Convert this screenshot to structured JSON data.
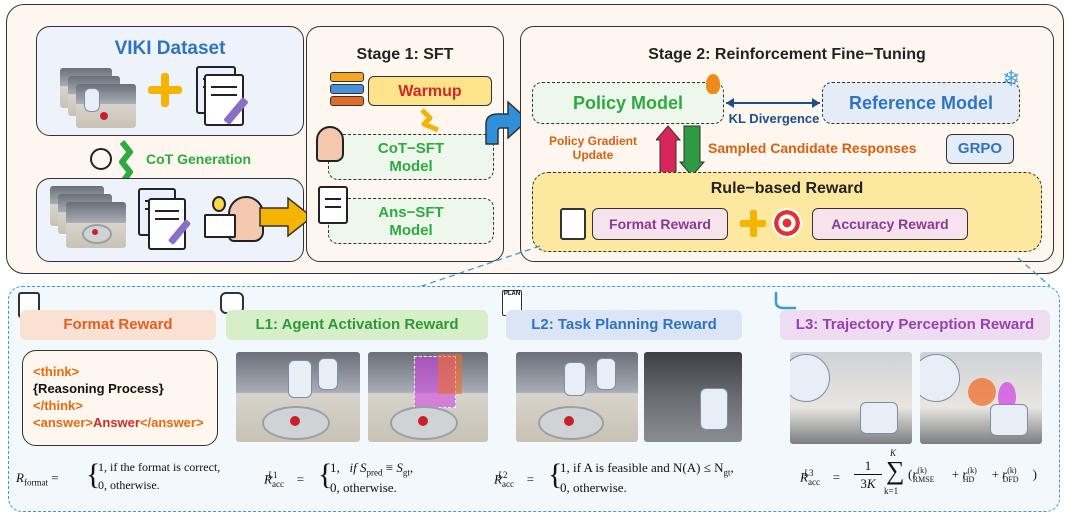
{
  "dataset": {
    "title": "VIKI Dataset",
    "cot_label": "CoT Generation"
  },
  "stage1": {
    "title": "Stage 1: SFT",
    "warmup": "Warmup",
    "cot_sft": "CoT−SFT\nModel",
    "ans_sft": "Ans−SFT\nModel"
  },
  "stage2": {
    "title": "Stage 2: Reinforcement Fine−Tuning",
    "policy": "Policy Model",
    "reference": "Reference Model",
    "kl": "KL Divergence",
    "pg_update": "Policy Gradient\nUpdate",
    "sampled": "Sampled Candidate Responses",
    "grpo": "GRPO",
    "rule_reward": "Rule−based Reward",
    "format_reward": "Format Reward",
    "accuracy_reward": "Accuracy Reward"
  },
  "bottom": {
    "format_title": "Format Reward",
    "l1_title": "L1: Agent Activation Reward",
    "l2_title": "L2: Task Planning Reward",
    "l3_title": "L3: Trajectory Perception Reward",
    "plan_tag": "PLAN",
    "think_open": "<think>",
    "reasoning": "{Reasoning Process}",
    "think_close": "</think>",
    "answer_open": "<answer>",
    "answer_word": "Answer",
    "answer_close": "</answer>",
    "eq_format_lhs": "R",
    "eq_format_sub": "format",
    "eq_format_case1": "1,    if the format is correct,",
    "eq_format_case2": "0,    otherwise.",
    "eq_l1_case1_val": "1,",
    "eq_l1_case1_cond": "if S",
    "eq_l1_case2": "0,    otherwise.",
    "eq_l2_case1": "1,    if A is feasible and N(A) ≤ N",
    "eq_l2_case2": "0,    otherwise.",
    "eq_l3_rhs": "r",
    "eq_l3_k": "K",
    "eq_l3_sum_lower": "k=1"
  },
  "colors": {
    "blue": "#2f74c0",
    "green": "#2eaa3f",
    "red": "#d22a2a",
    "orange": "#f5b400",
    "purple": "#8a3a8f"
  }
}
